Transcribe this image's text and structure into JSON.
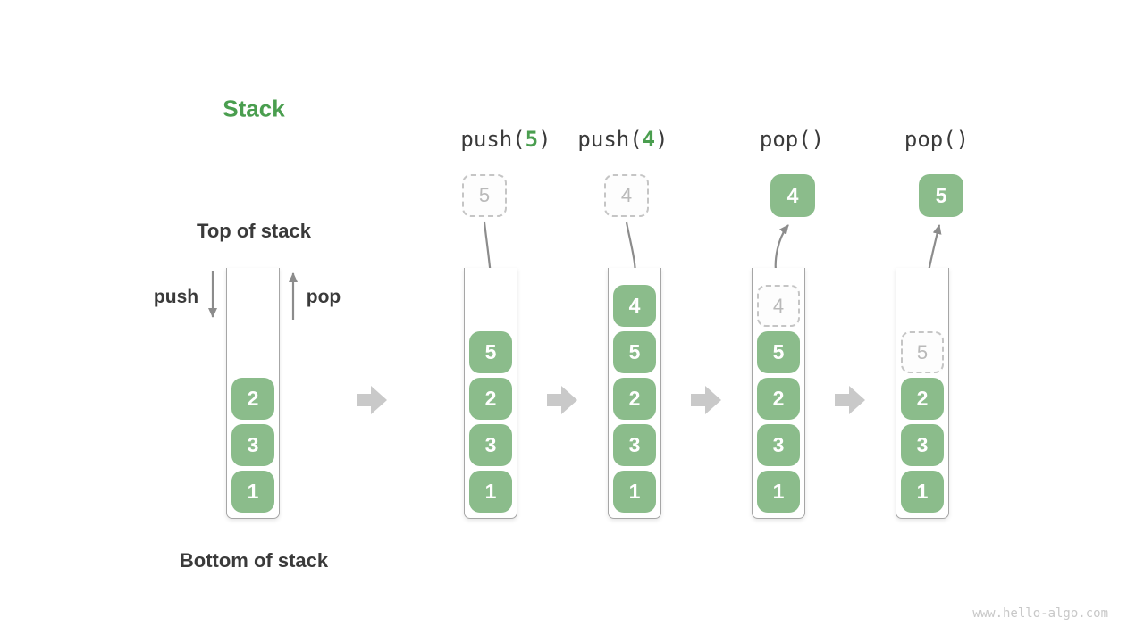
{
  "title": "Stack",
  "labels": {
    "top_of_stack": "Top of stack",
    "bottom_of_stack": "Bottom of stack",
    "push": "push",
    "pop": "pop"
  },
  "watermark": "www.hello-algo.com",
  "colors": {
    "accent_green": "#4a9e4f",
    "box_green": "#8bbc8b",
    "box_text": "#ffffff",
    "dashed_border": "#c5c5c5",
    "dashed_text": "#b9b9b9",
    "dark_text": "#3a3a3a",
    "arrow_gray": "#8c8c8c",
    "block_arrow_gray": "#c9c9c9",
    "container_border": "#a6a6a6",
    "watermark_gray": "#c8c8c8"
  },
  "stages": [
    {
      "id": "initial-stack",
      "stack": [
        {
          "value": "2",
          "style": "solid"
        },
        {
          "value": "3",
          "style": "solid"
        },
        {
          "value": "1",
          "style": "solid"
        }
      ]
    },
    {
      "id": "push-5",
      "op": {
        "prefix": "push(",
        "arg": "5",
        "suffix": ")"
      },
      "floating": {
        "value": "5",
        "style": "dashed"
      },
      "arrow": "into-stack",
      "stack": [
        {
          "value": "5",
          "style": "solid"
        },
        {
          "value": "2",
          "style": "solid"
        },
        {
          "value": "3",
          "style": "solid"
        },
        {
          "value": "1",
          "style": "solid"
        }
      ]
    },
    {
      "id": "push-4",
      "op": {
        "prefix": "push(",
        "arg": "4",
        "suffix": ")"
      },
      "floating": {
        "value": "4",
        "style": "dashed"
      },
      "arrow": "into-stack",
      "stack": [
        {
          "value": "4",
          "style": "solid"
        },
        {
          "value": "5",
          "style": "solid"
        },
        {
          "value": "2",
          "style": "solid"
        },
        {
          "value": "3",
          "style": "solid"
        },
        {
          "value": "1",
          "style": "solid"
        }
      ]
    },
    {
      "id": "pop-first",
      "op": {
        "prefix": "pop(",
        "arg": "",
        "suffix": ")"
      },
      "floating": {
        "value": "4",
        "style": "solid"
      },
      "arrow": "out-of-stack",
      "stack": [
        {
          "value": "4",
          "style": "dashed"
        },
        {
          "value": "5",
          "style": "solid"
        },
        {
          "value": "2",
          "style": "solid"
        },
        {
          "value": "3",
          "style": "solid"
        },
        {
          "value": "1",
          "style": "solid"
        }
      ]
    },
    {
      "id": "pop-second",
      "op": {
        "prefix": "pop(",
        "arg": "",
        "suffix": ")"
      },
      "floating": {
        "value": "5",
        "style": "solid"
      },
      "arrow": "out-of-stack",
      "stack": [
        {
          "value": "5",
          "style": "dashed"
        },
        {
          "value": "2",
          "style": "solid"
        },
        {
          "value": "3",
          "style": "solid"
        },
        {
          "value": "1",
          "style": "solid"
        }
      ]
    }
  ]
}
